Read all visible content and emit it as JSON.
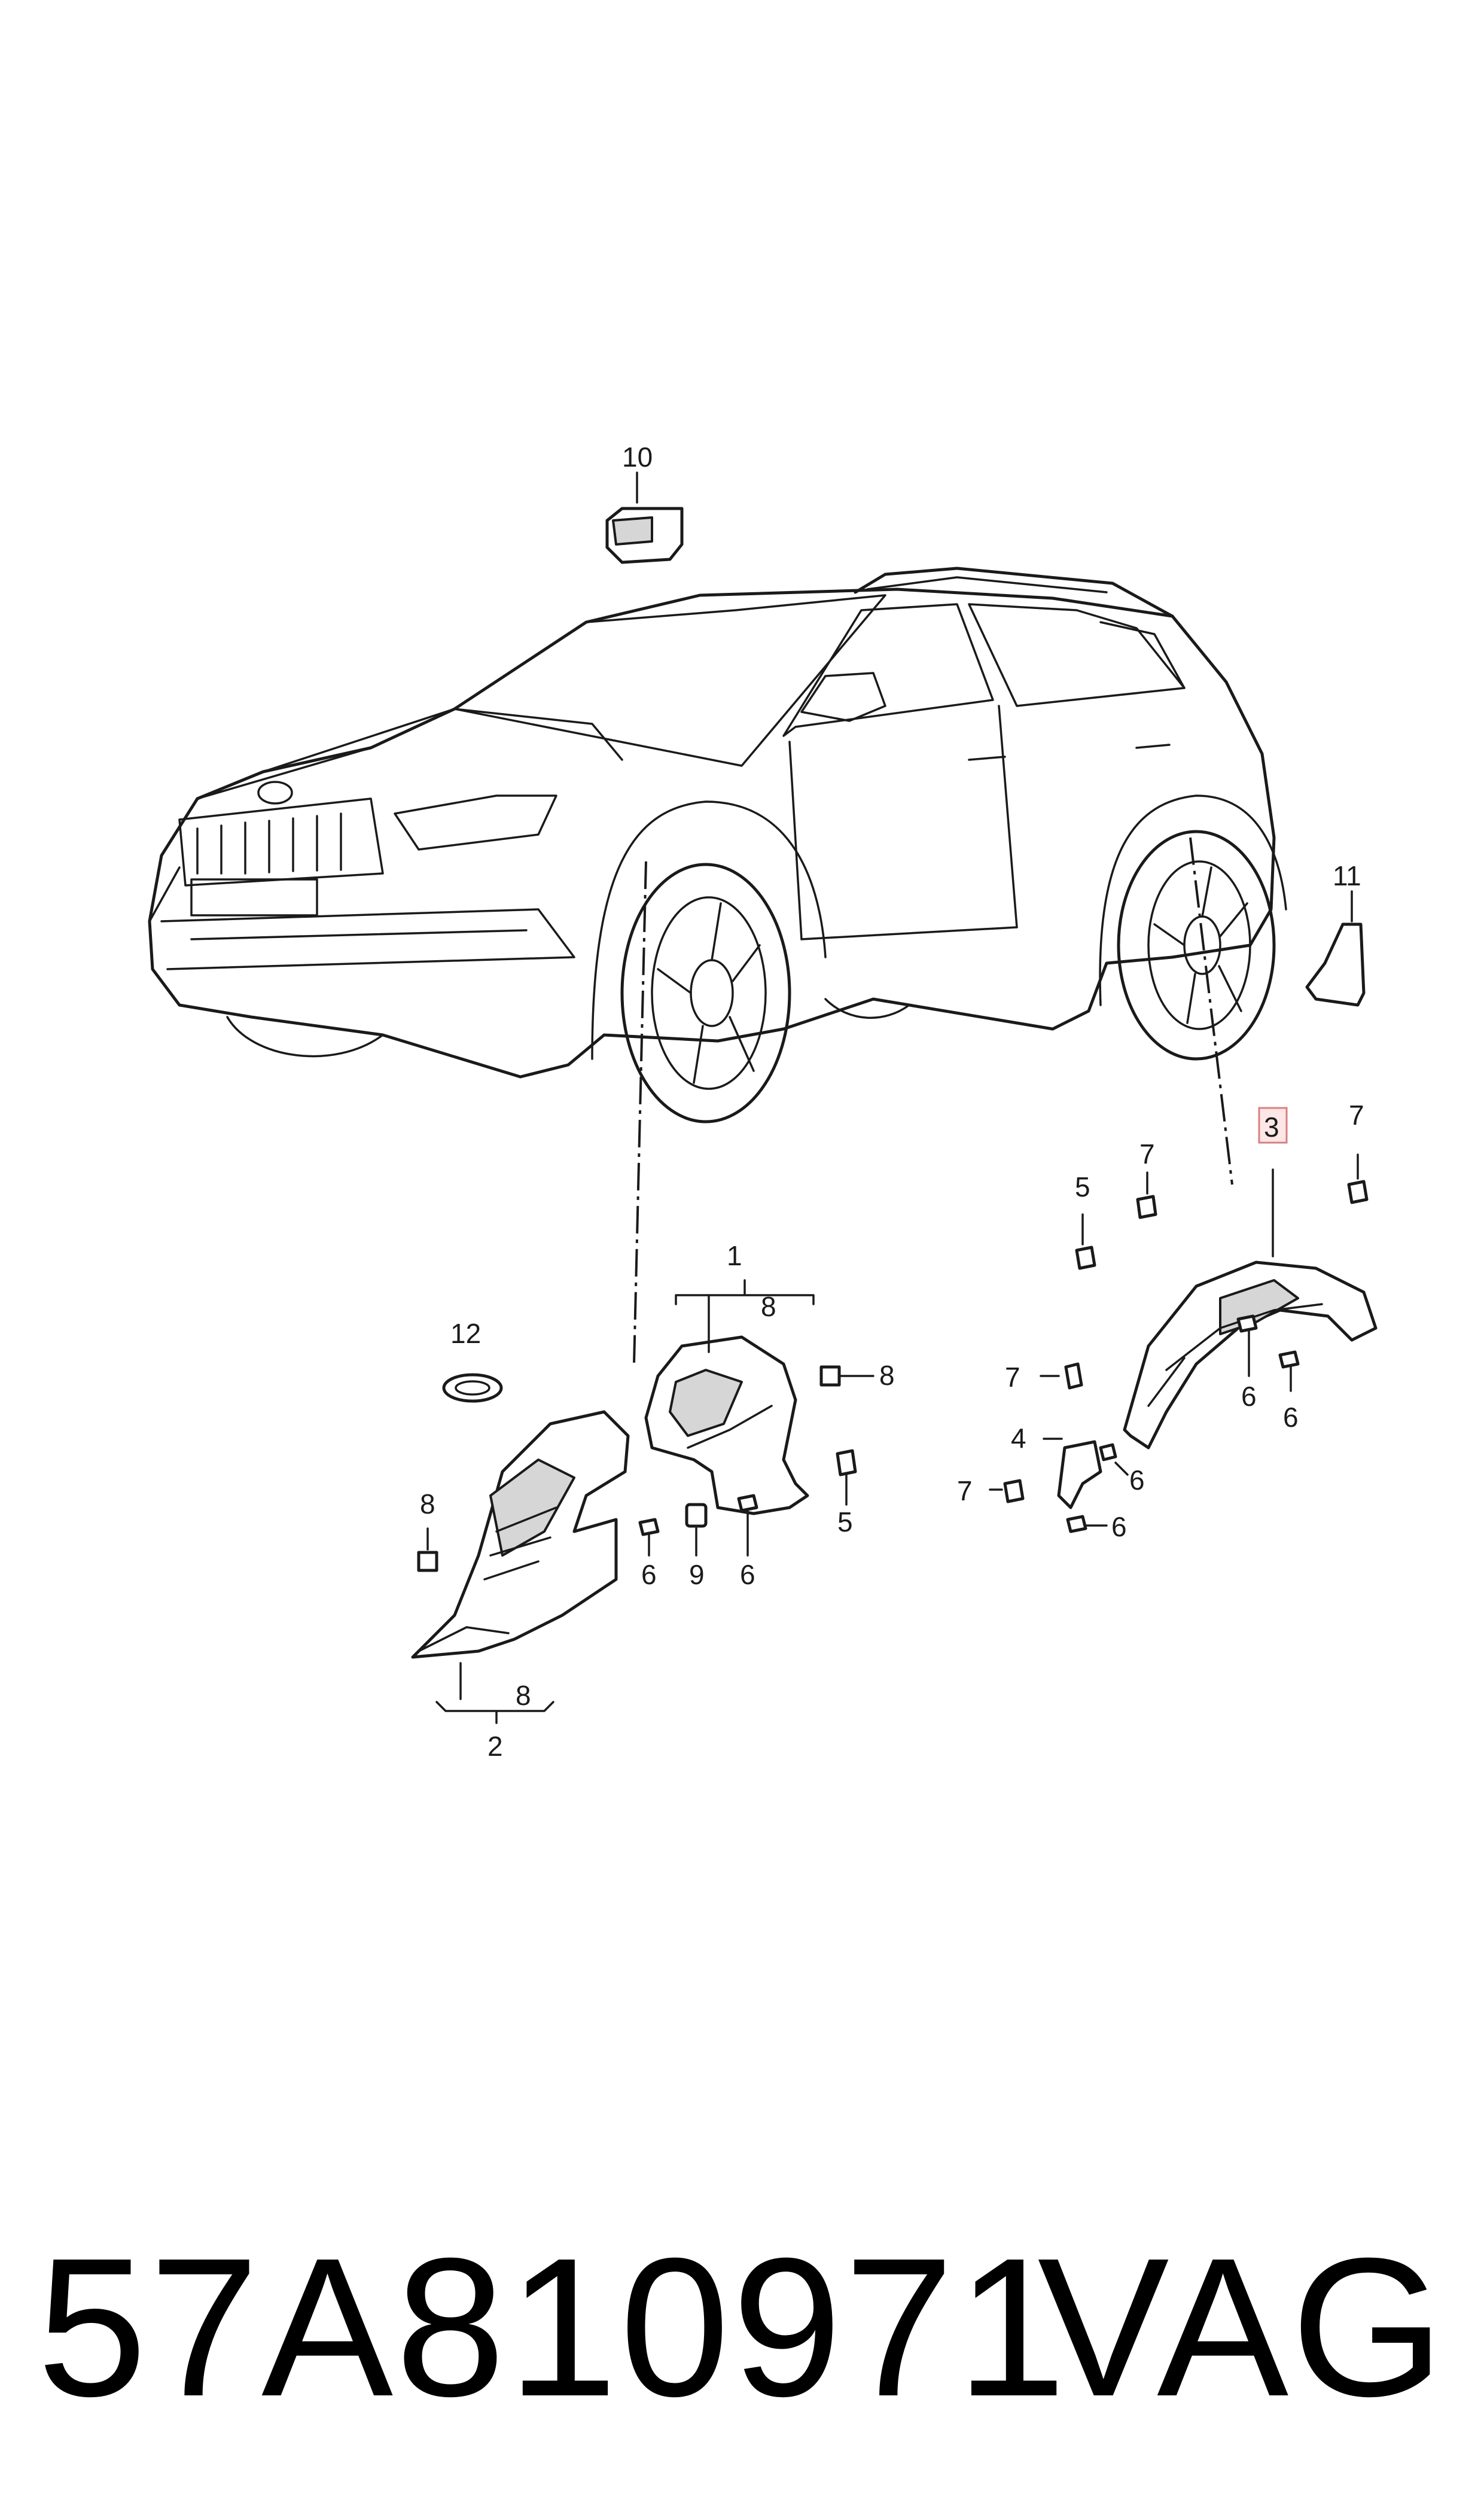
{
  "diagram": {
    "callouts": {
      "c1": "1",
      "c2": "2",
      "c3": "3",
      "c4": "4",
      "c5a": "5",
      "c5b": "5",
      "c6a": "6",
      "c6b": "6",
      "c6c": "6",
      "c6d": "6",
      "c6e": "6",
      "c6f": "6",
      "c7a": "7",
      "c7b": "7",
      "c7c": "7",
      "c7d": "7",
      "c8a": "8",
      "c8b": "8",
      "c8c": "8",
      "c8d": "8",
      "c9": "9",
      "c10": "10",
      "c11": "11",
      "c12": "12"
    },
    "highlight_color": "#fde6e6"
  },
  "footer": {
    "part_number": "57A810971",
    "brand": "VAG"
  }
}
